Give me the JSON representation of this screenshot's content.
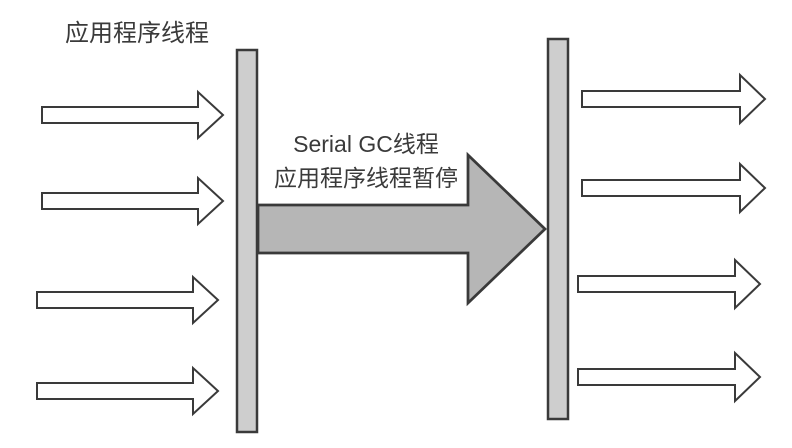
{
  "diagram": {
    "title": "应用程序线程",
    "gc_arrow": {
      "label_line1": "Serial GC线程",
      "label_line2": "应用程序线程暂停"
    },
    "app_threads_before": {
      "count": 4
    },
    "app_threads_after": {
      "count": 4
    },
    "pause_bars": {
      "count": 2
    }
  },
  "colors": {
    "background": "#ffffff",
    "bar_fill": "#cecece",
    "bar_stroke": "#3a3a3a",
    "gc_arrow_fill": "#b6b6b6",
    "gc_arrow_stroke": "#3a3a3a",
    "thread_arrow_fill": "#ffffff",
    "thread_arrow_stroke": "#3a3a3a",
    "text": "#3a3a3a"
  }
}
